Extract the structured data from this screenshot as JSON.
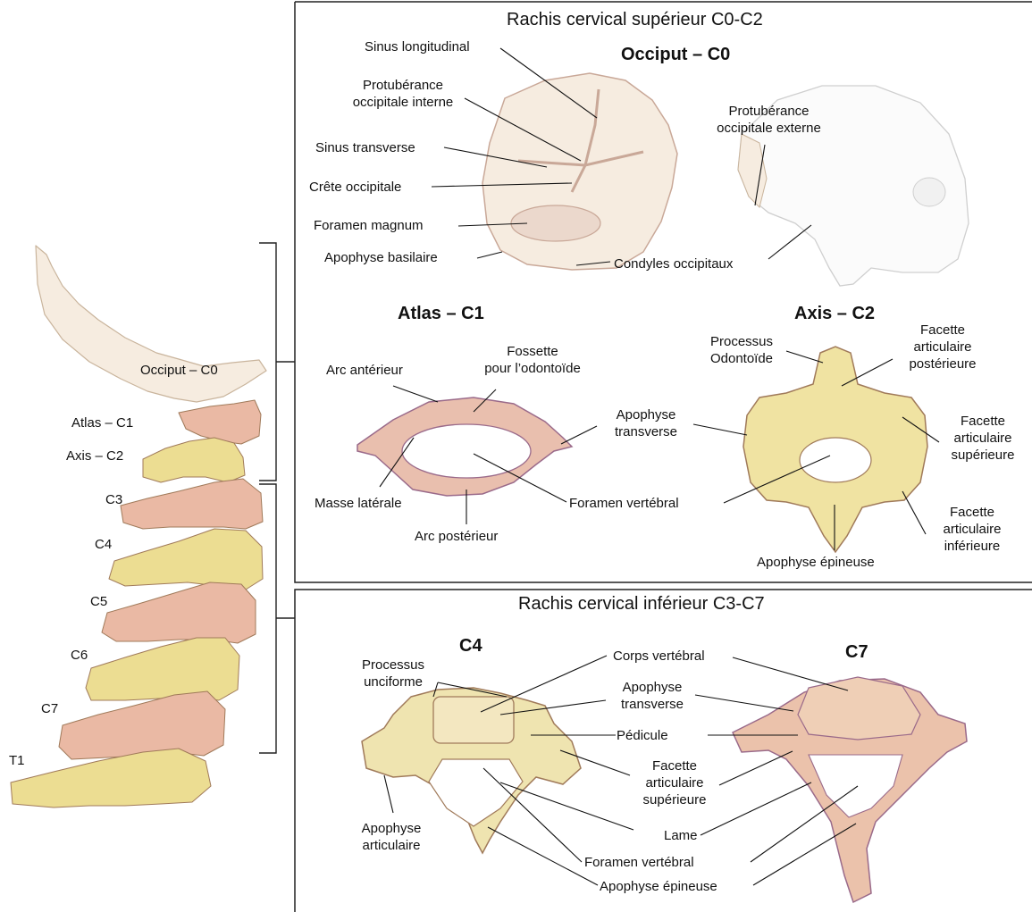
{
  "panels": {
    "upper_title": "Rachis cervical supérieur C0-C2",
    "lower_title": "Rachis cervical inférieur C3-C7"
  },
  "spine": {
    "occiput": "Occiput – C0",
    "atlas": "Atlas – C1",
    "axis": "Axis – C2",
    "c3": "C3",
    "c4": "C4",
    "c5": "C5",
    "c6": "C6",
    "c7": "C7",
    "t1": "T1"
  },
  "occiput": {
    "heading": "Occiput – C0",
    "sinus_longitudinal": "Sinus longitudinal",
    "protuberance_interne_1": "Protubérance",
    "protuberance_interne_2": "occipitale interne",
    "sinus_transverse": "Sinus transverse",
    "crete_occipitale": "Crête occipitale",
    "foramen_magnum": "Foramen magnum",
    "apophyse_basilaire": "Apophyse basilaire",
    "condyles": "Condyles occipitaux",
    "protuberance_externe_1": "Protubérance",
    "protuberance_externe_2": "occipitale externe"
  },
  "atlas": {
    "heading": "Atlas – C1",
    "arc_anterieur": "Arc antérieur",
    "fossette_1": "Fossette",
    "fossette_2": "pour l’odontoïde",
    "apophyse_transverse_1": "Apophyse",
    "apophyse_transverse_2": "transverse",
    "masse_laterale": "Masse latérale",
    "foramen_vertebral": "Foramen vertébral",
    "arc_posterieur": "Arc postérieur"
  },
  "axis": {
    "heading": "Axis – C2",
    "processus_1": "Processus",
    "processus_2": "Odontoïde",
    "facette_post_1": "Facette",
    "facette_post_2": "articulaire",
    "facette_post_3": "postérieure",
    "facette_sup_1": "Facette",
    "facette_sup_2": "articulaire",
    "facette_sup_3": "supérieure",
    "facette_inf_1": "Facette",
    "facette_inf_2": "articulaire",
    "facette_inf_3": "inférieure",
    "apophyse_epineuse": "Apophyse épineuse"
  },
  "lower": {
    "c4_heading": "C4",
    "c7_heading": "C7",
    "processus_unciforme_1": "Processus",
    "processus_unciforme_2": "unciforme",
    "corps_vertebral": "Corps vertébral",
    "apophyse_transverse_1": "Apophyse",
    "apophyse_transverse_2": "transverse",
    "pedicule": "Pédicule",
    "facette_1": "Facette",
    "facette_2": "articulaire",
    "facette_3": "supérieure",
    "lame": "Lame",
    "foramen_vertebral": "Foramen vertébral",
    "apophyse_epineuse": "Apophyse épineuse",
    "apophyse_articulaire_1": "Apophyse",
    "apophyse_articulaire_2": "articulaire"
  },
  "colors": {
    "bone_cream": "#f6ece0",
    "bone_pink": "#eab9a4",
    "bone_yellow": "#ecdd92",
    "outline_brown": "#a07a5a",
    "outline_purple": "#9a6a8a",
    "line": "#111111"
  }
}
